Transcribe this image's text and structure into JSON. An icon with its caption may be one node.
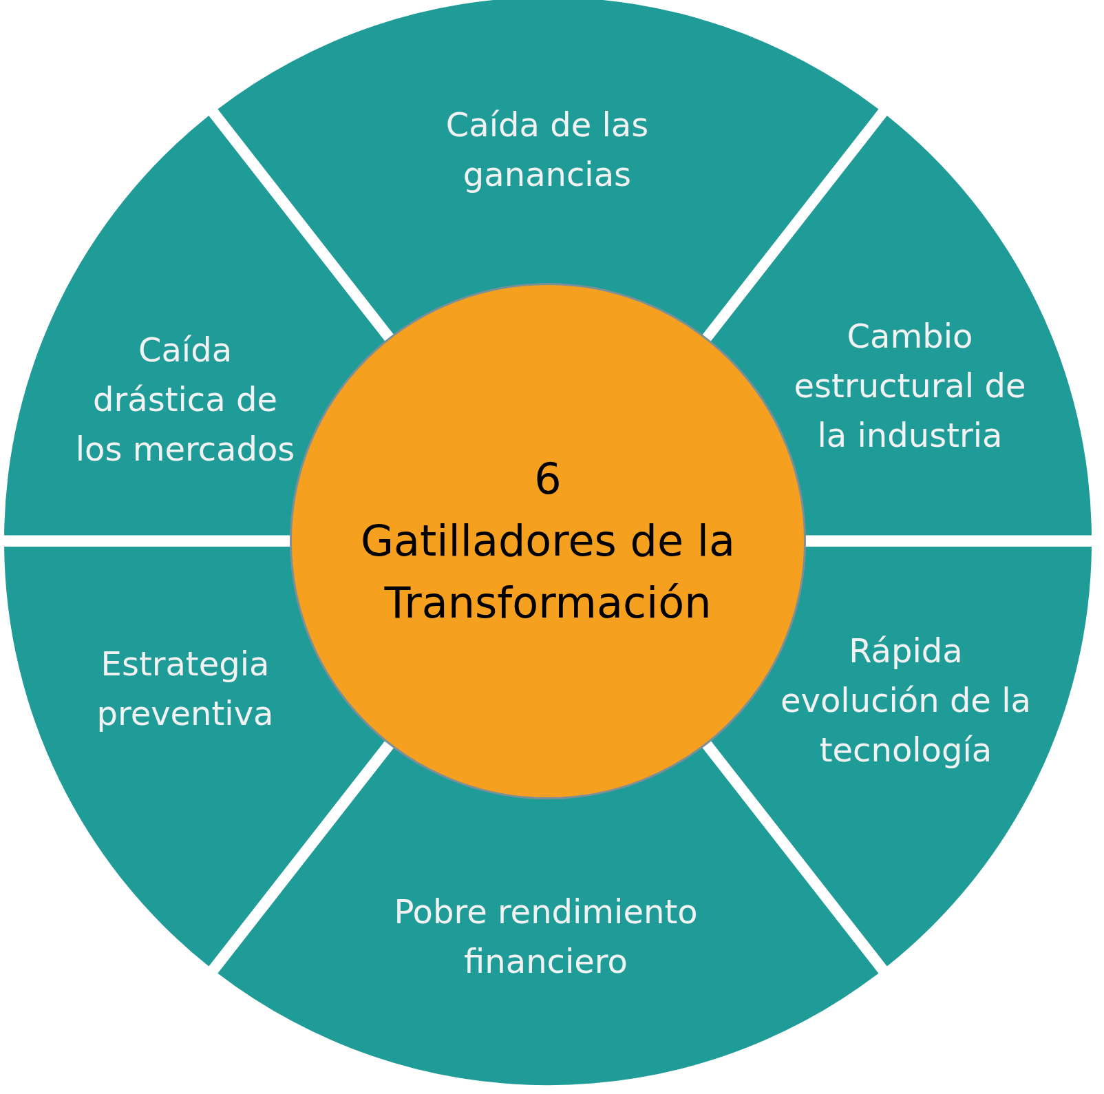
{
  "diagram": {
    "nodes": [
      {
        "text": [
          "6",
          "Gatilladores de la Transformación"
        ]
      },
      {
        "text": [
          "Caída de las ganancias"
        ]
      },
      {
        "text": [
          "Cambio estructural de la industria"
        ]
      },
      {
        "text": [
          "Rápida evolución de la tecnología"
        ]
      },
      {
        "text": [
          "Pobre rendimiento financiero"
        ]
      },
      {
        "text": [
          "Estrategia preventiva"
        ]
      },
      {
        "text": [
          "Caída drástica de los mercados"
        ]
      }
    ]
  }
}
